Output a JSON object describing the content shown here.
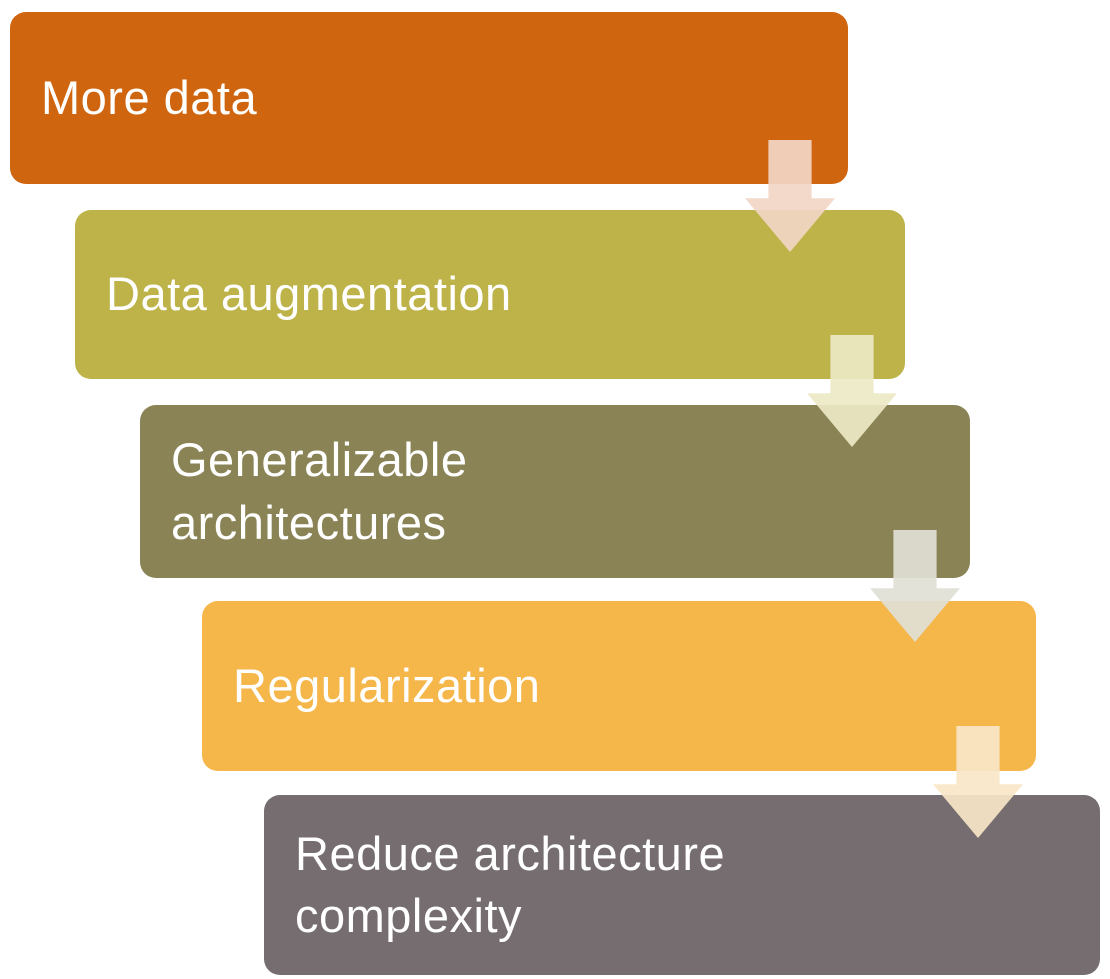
{
  "diagram": {
    "type": "staggered-process",
    "text_color": "#FFFFFF",
    "steps": [
      {
        "label": "More data",
        "color": "#D0650F"
      },
      {
        "label": "Data augmentation",
        "color": "#BDB349"
      },
      {
        "label": "Generalizable\narchitectures",
        "color": "#8A8355"
      },
      {
        "label": "Regularization",
        "color": "#F5B64A"
      },
      {
        "label": "Reduce architecture\ncomplexity",
        "color": "#756D6F"
      }
    ],
    "arrows": [
      {
        "name": "arrow-more-data-to-data-augmentation",
        "color": "#F2D6C6"
      },
      {
        "name": "arrow-data-augmentation-to-generalizable-architectures",
        "color": "#ECE9C5"
      },
      {
        "name": "arrow-generalizable-architectures-to-regularization",
        "color": "#DFDFD6"
      },
      {
        "name": "arrow-regularization-to-reduce-architecture-complexity",
        "color": "#F9E6C8"
      }
    ]
  }
}
